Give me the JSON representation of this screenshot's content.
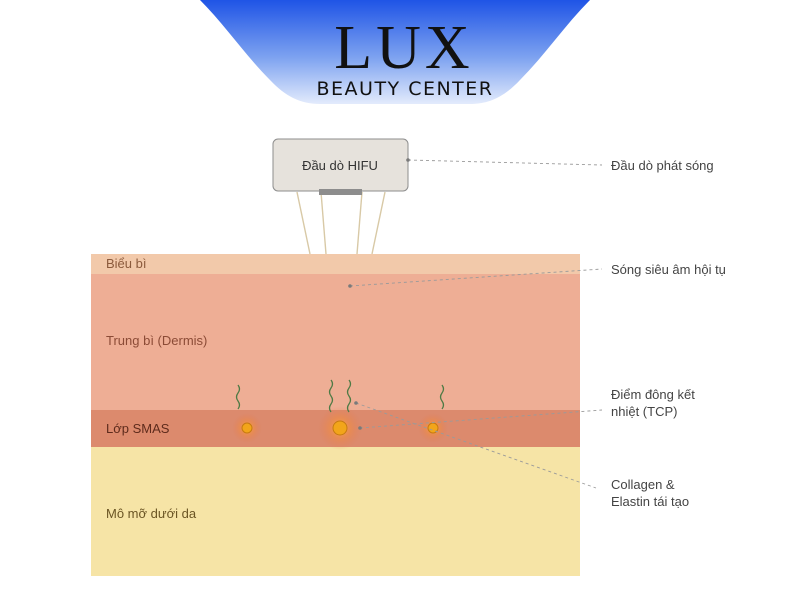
{
  "brand": {
    "name": "LUX",
    "tagline": "BEAUTY CENTER",
    "colors": {
      "banner_top": "#1f54e6",
      "banner_bottom": "#d9e4fb",
      "text": "#111111"
    }
  },
  "device": {
    "label": "Đầu dò HIFU",
    "annotation": "Đầu dò phát sóng"
  },
  "layers": [
    {
      "label": "Biểu bì",
      "color": "#f2c9aa",
      "text_color": "#8b5a3c"
    },
    {
      "label": "Trung bì (Dermis)",
      "color": "#eeae95",
      "text_color": "#8b4b36"
    },
    {
      "label": "Lớp SMAS",
      "color": "#dc8a6d",
      "text_color": "#5e2b1c"
    },
    {
      "label": "Mô mỡ dưới da",
      "color": "#f6e4a6",
      "text_color": "#6b5524"
    }
  ],
  "annotations": {
    "waves": "Sóng siêu âm hội tụ",
    "tcp_line1": "Điểm đông kết",
    "tcp_line2": "nhiệt (TCP)",
    "collagen_line1": "Collagen &",
    "collagen_line2": "Elastin tái tạo"
  },
  "colors": {
    "probe_fill": "#e6e2dc",
    "probe_stroke": "#8d8d8d",
    "beam": "#d8c9a6",
    "tcp": "#f2a51a",
    "steam": "#4d7a44",
    "leader": "#9a9a9a",
    "label_text": "#444444"
  }
}
